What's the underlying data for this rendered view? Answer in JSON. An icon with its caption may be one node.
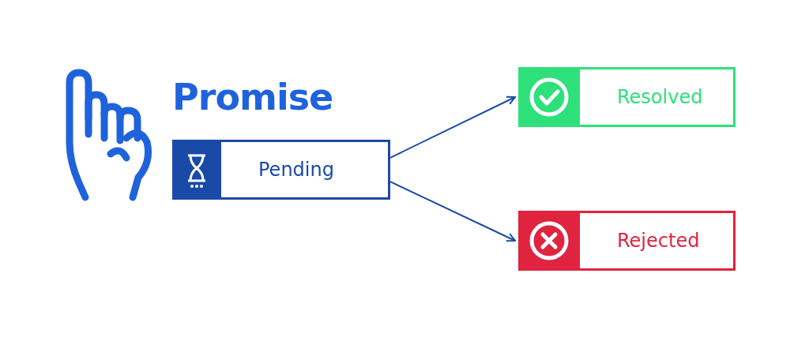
{
  "diagram": {
    "title": "Promise",
    "nodes": [
      {
        "text": [
          "Pending"
        ]
      },
      {
        "text": [
          "Resolved"
        ]
      },
      {
        "text": [
          "Rejected"
        ]
      }
    ],
    "edges": [
      {
        "from": 0,
        "to": 1,
        "arrow": "to"
      },
      {
        "from": 0,
        "to": 2,
        "arrow": "to"
      }
    ]
  }
}
